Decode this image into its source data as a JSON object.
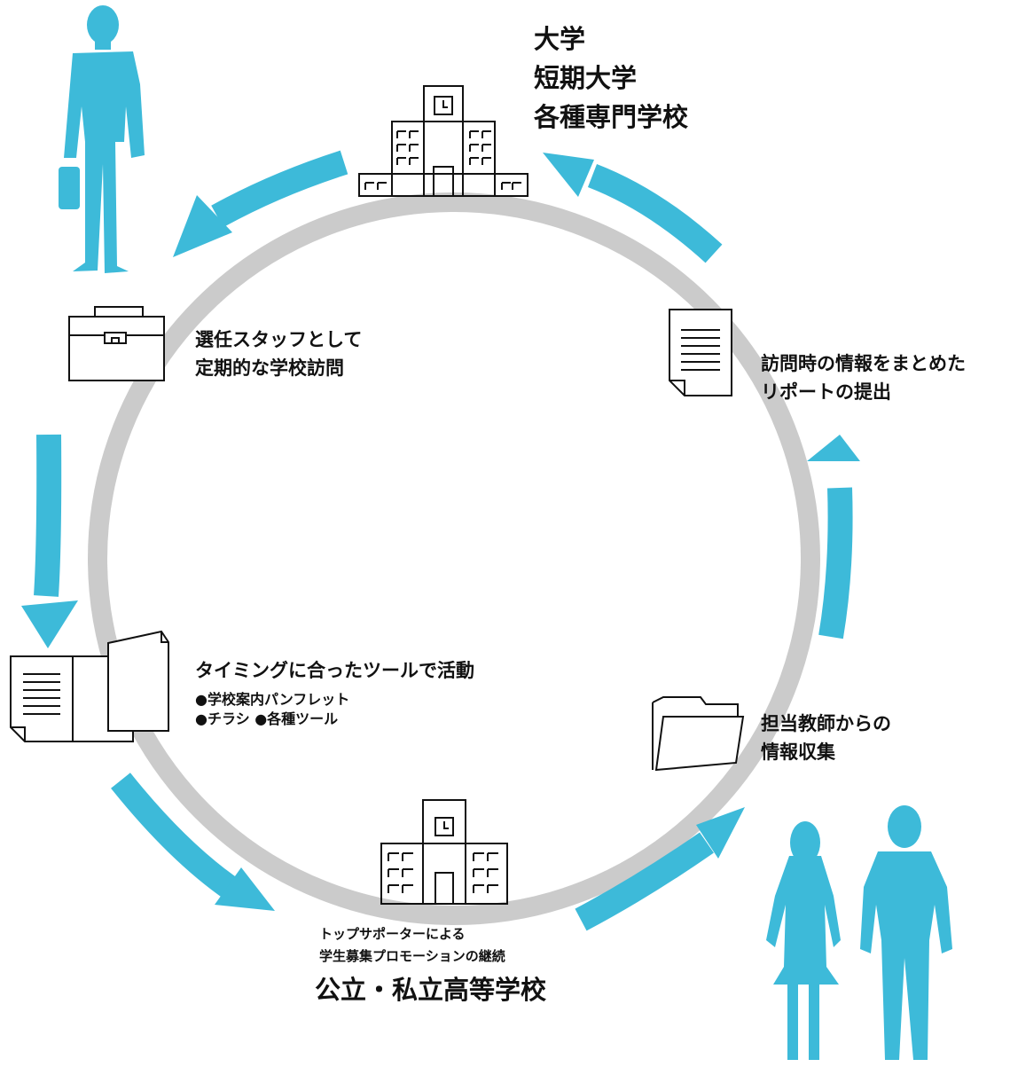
{
  "colors": {
    "accent": "#3dbad9",
    "ring": "#cbcbcb",
    "line": "#111111"
  },
  "icons": [
    "businessman-silhouette",
    "university-building-icon",
    "briefcase-icon",
    "document-icon",
    "pamphlet-icon",
    "folder-icon",
    "high-school-building-icon",
    "students-silhouette"
  ],
  "university": {
    "lines": [
      "大学",
      "短期大学",
      "各種専門学校"
    ]
  },
  "steps": {
    "visit": {
      "lines": [
        "選任スタッフとして",
        "定期的な学校訪問"
      ]
    },
    "report": {
      "lines": [
        "訪問時の情報をまとめた",
        "リポートの提出"
      ]
    },
    "tools": {
      "title": "タイミングに合ったツールで活動",
      "items": [
        "●学校案内パンフレット",
        "●チラシ ●各種ツール"
      ]
    },
    "info": {
      "lines": [
        "担当教師からの",
        "情報収集"
      ]
    }
  },
  "high_school": {
    "sub_lines": [
      "トップサポーターによる",
      "学生募集プロモーションの継続"
    ],
    "name": "公立・私立高等学校"
  }
}
